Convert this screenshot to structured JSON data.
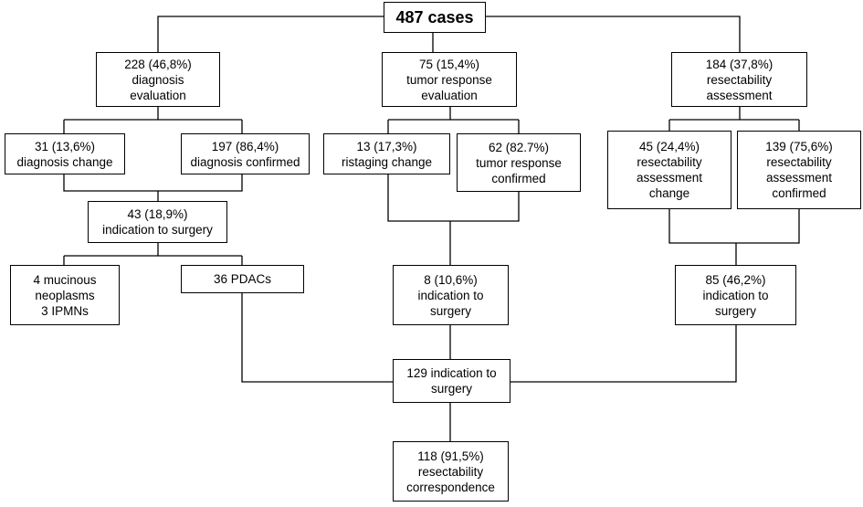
{
  "diagram": {
    "root": {
      "lines": [
        "487 cases"
      ]
    },
    "branches": {
      "diagnosis": {
        "header": {
          "lines": [
            "228 (46,8%)",
            "diagnosis",
            "evaluation"
          ]
        },
        "change": {
          "lines": [
            "31 (13,6%)",
            "diagnosis change"
          ]
        },
        "confirmed": {
          "lines": [
            "197 (86,4%)",
            "diagnosis confirmed"
          ]
        },
        "indication": {
          "lines": [
            "43 (18,9%)",
            "indication to surgery"
          ]
        },
        "mucinous": {
          "lines": [
            "4 mucinous",
            "neoplasms",
            "3 IPMNs"
          ]
        },
        "pdacs": {
          "lines": [
            "36 PDACs"
          ]
        }
      },
      "tumor_response": {
        "header": {
          "lines": [
            "75 (15,4%)",
            "tumor response",
            "evaluation"
          ]
        },
        "change": {
          "lines": [
            "13 (17,3%)",
            "ristaging change"
          ]
        },
        "confirmed": {
          "lines": [
            "62 (82.7%)",
            "tumor response",
            "confirmed"
          ]
        },
        "indication": {
          "lines": [
            "8 (10,6%)",
            "indication to",
            "surgery"
          ]
        }
      },
      "resectability": {
        "header": {
          "lines": [
            "184 (37,8%)",
            "resectability",
            "assessment"
          ]
        },
        "change": {
          "lines": [
            "45 (24,4%)",
            "resectability",
            "assessment",
            "change"
          ]
        },
        "confirmed": {
          "lines": [
            "139 (75,6%)",
            "resectability",
            "assessment",
            "confirmed"
          ]
        },
        "indication": {
          "lines": [
            "85 (46,2%)",
            "indication to",
            "surgery"
          ]
        }
      }
    },
    "merge": {
      "lines": [
        "129 indication to",
        "surgery"
      ]
    },
    "final": {
      "lines": [
        "118 (91,5%)",
        "resectability",
        "correspondence"
      ]
    }
  }
}
